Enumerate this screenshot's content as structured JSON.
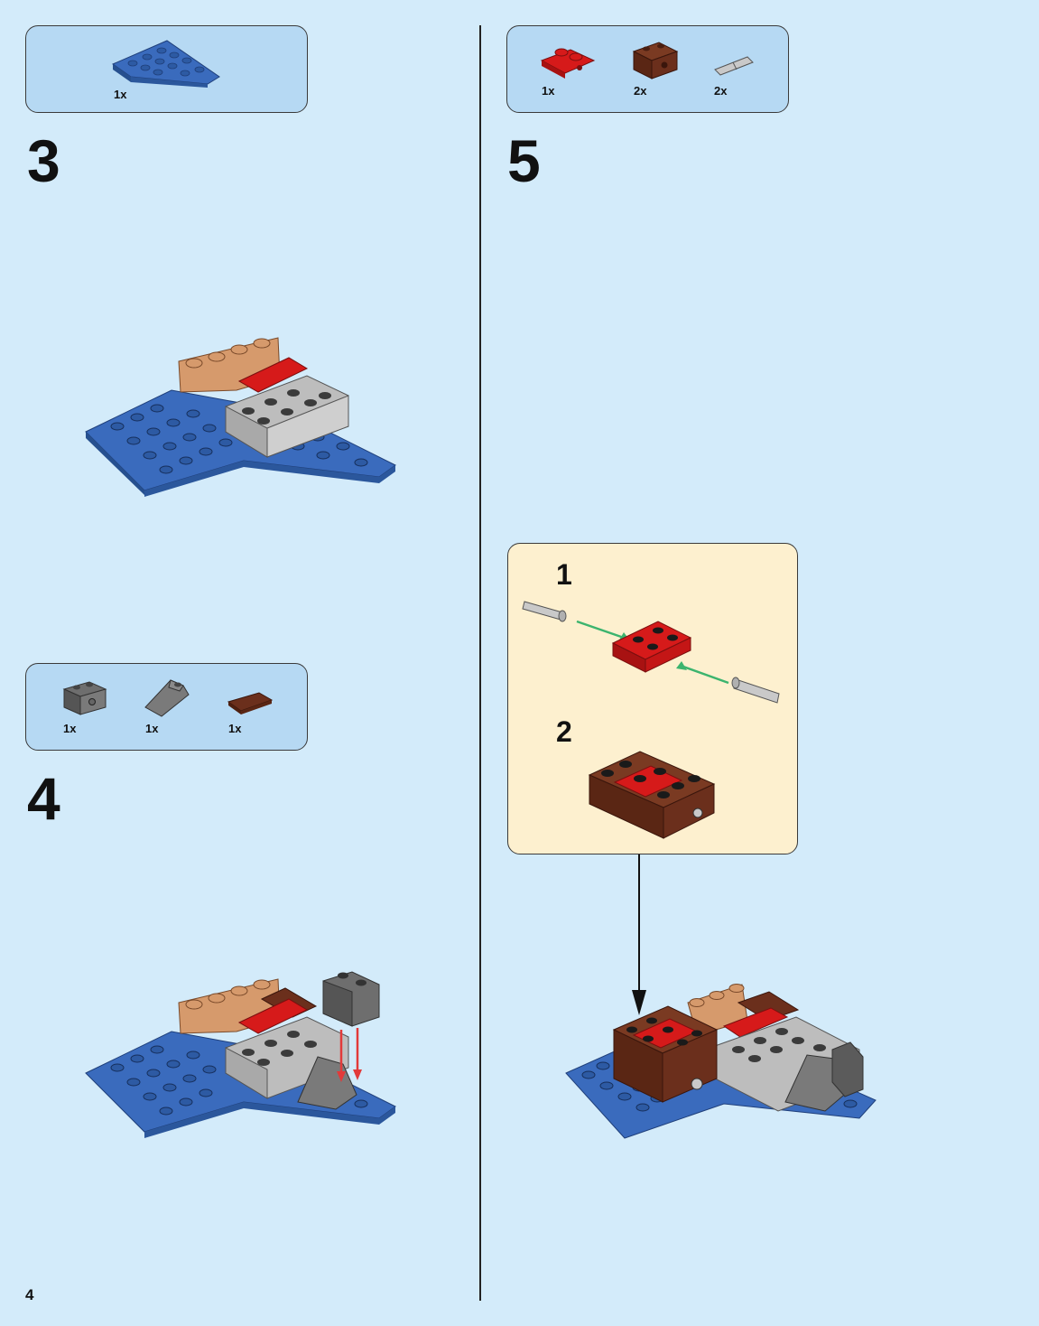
{
  "page": {
    "number": "4"
  },
  "steps": [
    {
      "number": "3",
      "parts": [
        {
          "icon": "blue-wedge-plate-icon",
          "qty": "1x"
        }
      ]
    },
    {
      "number": "4",
      "parts": [
        {
          "icon": "dark-gray-technic-brick-icon",
          "qty": "1x"
        },
        {
          "icon": "dark-gray-slope-icon",
          "qty": "1x"
        },
        {
          "icon": "reddish-brown-tile-icon",
          "qty": "1x"
        }
      ]
    },
    {
      "number": "5",
      "parts": [
        {
          "icon": "red-plate-with-holes-icon",
          "qty": "1x"
        },
        {
          "icon": "reddish-brown-technic-brick-icon",
          "qty": "2x"
        },
        {
          "icon": "light-gray-pin-icon",
          "qty": "2x"
        }
      ],
      "substeps": [
        {
          "number": "1"
        },
        {
          "number": "2"
        }
      ]
    }
  ],
  "colors": {
    "background": "#d3ebfa",
    "parts_box": "#b6d9f3",
    "callout": "#fdf0cf",
    "blue": "#3a6bbd",
    "tan": "#d69a6c",
    "red": "#d61a1a",
    "light_gray": "#bdbdbd",
    "dark_gray": "#5b5b5b",
    "brown": "#6b2f1c",
    "arrow_red": "#e23a3a",
    "arrow_green": "#3cb46e"
  }
}
